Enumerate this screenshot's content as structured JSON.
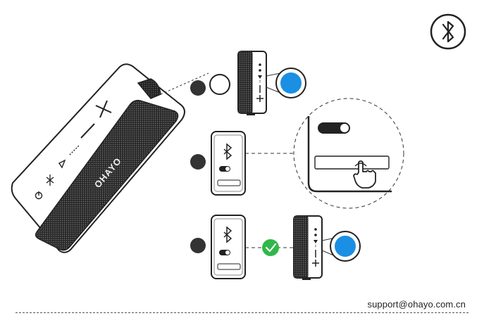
{
  "brand": {
    "logo_text": "OHAYO"
  },
  "footer": {
    "support_email": "support@ohayo.com.cn"
  },
  "colors": {
    "accent_blue": "#1a8fe3",
    "success_green": "#2fb84a",
    "outline": "#222222",
    "grille": "#3a3a3a"
  },
  "icons": {
    "bluetooth": "bluetooth-icon",
    "power": "power-icon",
    "play": "play-icon",
    "plus": "volume-up-icon",
    "minus": "volume-down-icon",
    "check": "check-icon",
    "hand": "tap-hand-icon",
    "toggle": "toggle-switch-icon"
  },
  "steps": [
    {
      "description": "power on speaker, press bluetooth button"
    },
    {
      "description": "enable bluetooth on phone, tap device in list"
    },
    {
      "description": "connected"
    }
  ]
}
